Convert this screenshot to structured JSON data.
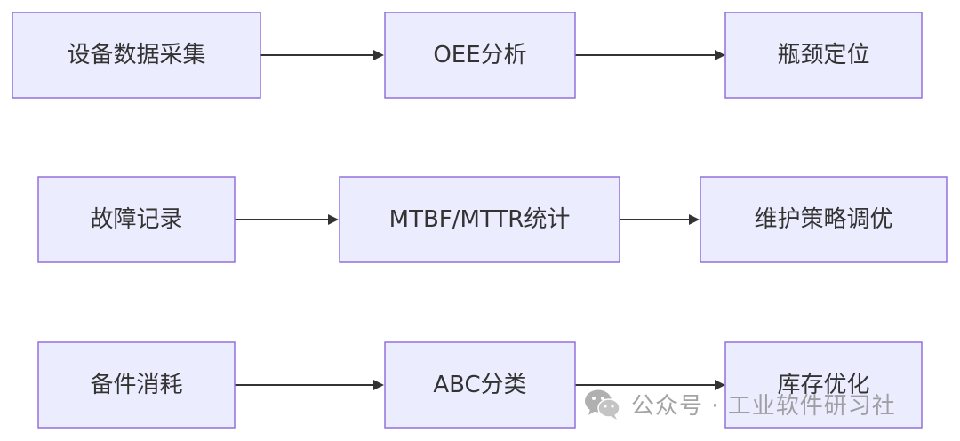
{
  "diagram": {
    "rows": [
      {
        "nodes": [
          {
            "id": "n1",
            "label": "设备数据采集"
          },
          {
            "id": "n2",
            "label": "OEE分析"
          },
          {
            "id": "n3",
            "label": "瓶颈定位"
          }
        ]
      },
      {
        "nodes": [
          {
            "id": "n4",
            "label": "故障记录"
          },
          {
            "id": "n5",
            "label": "MTBF/MTTR统计"
          },
          {
            "id": "n6",
            "label": "维护策略调优"
          }
        ]
      },
      {
        "nodes": [
          {
            "id": "n7",
            "label": "备件消耗"
          },
          {
            "id": "n8",
            "label": "ABC分类"
          },
          {
            "id": "n9",
            "label": "库存优化"
          }
        ]
      }
    ],
    "edges": [
      {
        "from": "n1",
        "to": "n2"
      },
      {
        "from": "n2",
        "to": "n3"
      },
      {
        "from": "n4",
        "to": "n5"
      },
      {
        "from": "n5",
        "to": "n6"
      },
      {
        "from": "n7",
        "to": "n8"
      },
      {
        "from": "n8",
        "to": "n9"
      }
    ],
    "colors": {
      "node_fill": "#ECECFF",
      "node_stroke": "#9370DB",
      "edge": "#333333",
      "text": "#333333"
    }
  },
  "watermark": {
    "icon": "wechat-icon",
    "text": "公众号 · 工业软件研习社"
  }
}
